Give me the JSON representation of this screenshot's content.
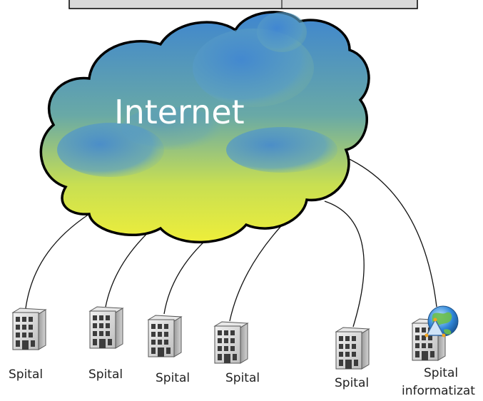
{
  "cloud": {
    "label": "Internet"
  },
  "nodes": [
    {
      "label": "Spital"
    },
    {
      "label": "Spital"
    },
    {
      "label": "Spital"
    },
    {
      "label": "Spital"
    },
    {
      "label": "Spital"
    },
    {
      "label_line1": "Spital",
      "label_line2": "informatizat",
      "icon": "globe-icon"
    }
  ],
  "colors": {
    "cloud_top": "#4a90d0",
    "cloud_bottom": "#e8ea3a",
    "outline": "#000000",
    "top_box": "#d9d9d9"
  }
}
